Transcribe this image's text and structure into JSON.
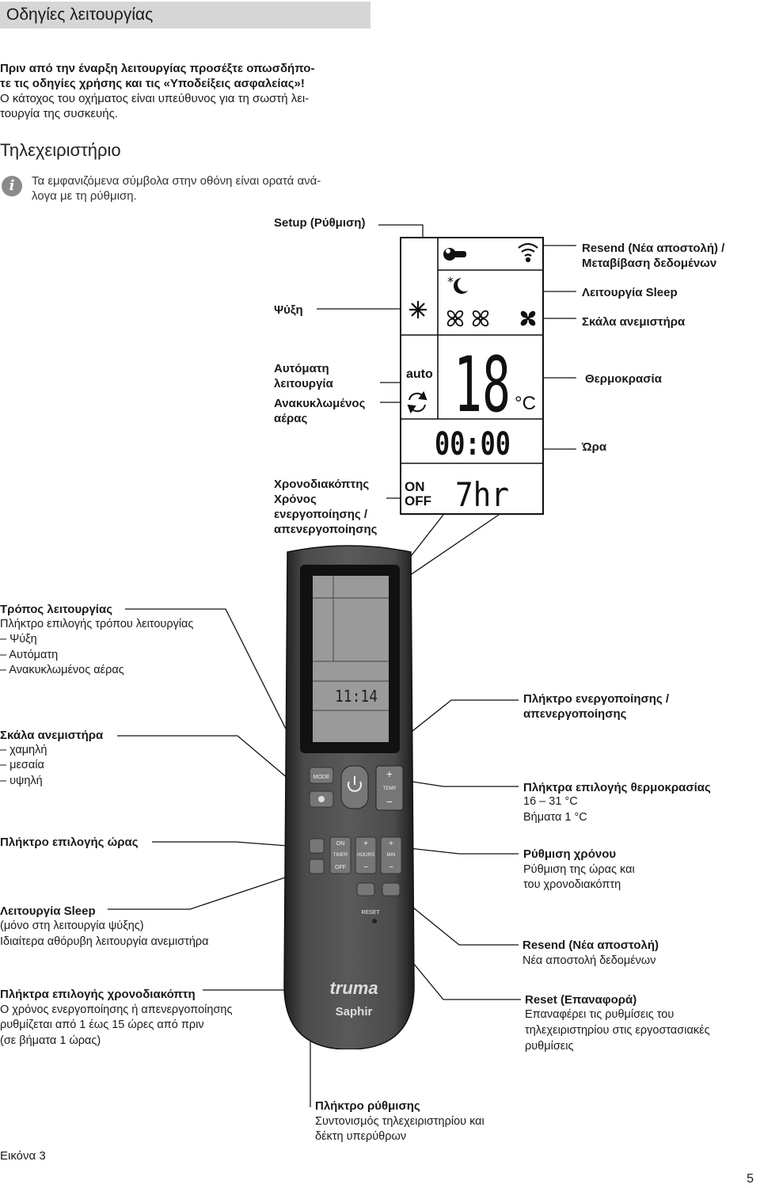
{
  "header": {
    "title": "Οδηγίες λειτουργίας"
  },
  "intro": {
    "bold_lines": [
      "Πριν από την έναρξη λειτουργίας προσέξτε οπωσδήπο-",
      "τε τις οδηγίες χρήσης και τις «Υποδείξεις ασφαλείας»!"
    ],
    "normal_lines": [
      "Ο κάτοχος του οχήματος είναι υπεύθυνος για τη σωστή λει-",
      "τουργία της συσκευής."
    ]
  },
  "section": {
    "title": "Τηλεχειριστήριο",
    "info_icon": "info-icon",
    "info_lines": [
      "Τα εμφανιζόμενα σύμβολα στην οθόνη είναι ορατά ανά-",
      "λογα με τη ρύθμιση."
    ]
  },
  "display_labels": {
    "setup": "Setup (Ρύθμιση)",
    "cooling": "Ψύξη",
    "auto_mode": [
      "Αυτόματη",
      "λειτουργία"
    ],
    "recirculated": [
      "Ανακυκλωμένος",
      "αέρας"
    ],
    "timer": [
      "Χρονοδιακόπτης",
      "Χρόνος",
      "ενεργοποίησης /",
      "απενεργοποίησης"
    ],
    "resend": [
      "Resend (Νέα αποστολή) /",
      "Μεταβίβαση δεδομένων"
    ],
    "sleep": "Λειτουργία Sleep",
    "fan_scale": "Σκάλα ανεμιστήρα",
    "temperature": "Θερμοκρασία",
    "time": "Ώρα"
  },
  "lcd": {
    "auto": "auto",
    "temp_value": "18",
    "temp_unit": "°C",
    "clock": "00:00",
    "on": "ON",
    "off": "OFF",
    "timer_value": "7hr",
    "icons": [
      "wrench-icon",
      "wifi-icon",
      "snowflake-icon",
      "moon-star-icon",
      "fan-icon",
      "recirculation-icon"
    ]
  },
  "remote": {
    "clock": "11:14",
    "buttons": {
      "mode": "MODE",
      "temp": "TEMP",
      "on": "ON",
      "timer": "TIMER",
      "off": "OFF",
      "hours": "HOURS",
      "min": "MIN",
      "reset": "RESET"
    },
    "brand": "truma",
    "model": "Saphir"
  },
  "left_notes": {
    "mode": {
      "title": "Τρόπος λειτουργίας",
      "lines": [
        "Πλήκτρο επιλογής τρόπου λειτουργίας",
        "– Ψύξη",
        "– Αυτόματη",
        "– Ανακυκλωμένος αέρας"
      ]
    },
    "fan": {
      "title": "Σκάλα ανεμιστήρα",
      "lines": [
        "– χαμηλή",
        "– μεσαία",
        "– υψηλή"
      ]
    },
    "hour": {
      "title": "Πλήκτρο επιλογής ώρας",
      "lines": []
    },
    "sleep": {
      "title": "Λειτουργία Sleep",
      "lines": [
        "(μόνο στη λειτουργία ψύξης)",
        "Ιδιαίτερα αθόρυβη λειτουργία ανεμιστήρα"
      ]
    },
    "timer": {
      "title": "Πλήκτρα επιλογής χρονοδιακόπτη",
      "lines": [
        "Ο χρόνος ενεργοποίησης ή απενεργοποίησης",
        "ρυθμίζεται από 1 έως 15 ώρες από πριν",
        "(σε βήματα 1 ώρας)"
      ]
    }
  },
  "right_notes": {
    "power": {
      "title_lines": [
        "Πλήκτρο ενεργοποίησης /",
        "απενεργοποίησης"
      ],
      "lines": []
    },
    "temp": {
      "title_lines": [
        "Πλήκτρα επιλογής θερμοκρασίας"
      ],
      "lines": [
        "16 – 31 °C",
        "Βήματα 1 °C"
      ]
    },
    "time": {
      "title_lines": [
        "Ρύθμιση χρόνου"
      ],
      "lines": [
        "Ρύθμιση της ώρας και",
        "του χρονοδιακόπτη"
      ]
    },
    "resend": {
      "title_lines": [
        "Resend (Νέα αποστολή)"
      ],
      "lines": [
        "Νέα αποστολή δεδομένων"
      ]
    },
    "reset": {
      "title_lines": [
        "Reset (Επαναφορά)"
      ],
      "lines": [
        "Επαναφέρει τις ρυθμίσεις του",
        "τηλεχειριστηρίου στις εργοστασιακές",
        "ρυθμίσεις"
      ]
    }
  },
  "bottom_note": {
    "title": "Πλήκτρο ρύθμισης",
    "lines": [
      "Συντονισμός τηλεχειριστηρίου και",
      "δέκτη υπερύθρων"
    ]
  },
  "figure_label": "Εικόνα 3",
  "page_number": "5"
}
